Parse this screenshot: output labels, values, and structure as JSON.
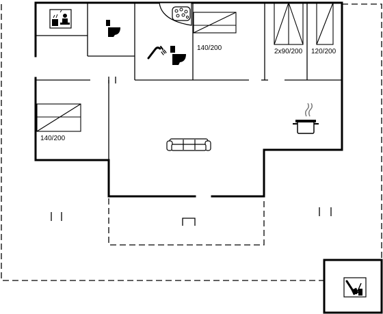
{
  "plan": {
    "rooms": {
      "bedroom_top": {
        "bed_label": "140/200"
      },
      "bedroom_bunk_a": {
        "bed_label": "2x90/200"
      },
      "bedroom_bunk_b": {
        "bed_label": "120/200"
      },
      "bedroom_left": {
        "bed_label": "140/200"
      }
    },
    "icons": [
      "sauna-icon",
      "toilet-icon",
      "shower-icon",
      "toilet-icon",
      "spa-bath-icon",
      "sofa-icon",
      "cooking-pot-icon",
      "fireplace-icon",
      "barbecue-icon"
    ],
    "colors": {
      "wall": "#000000",
      "background": "#ffffff"
    }
  }
}
